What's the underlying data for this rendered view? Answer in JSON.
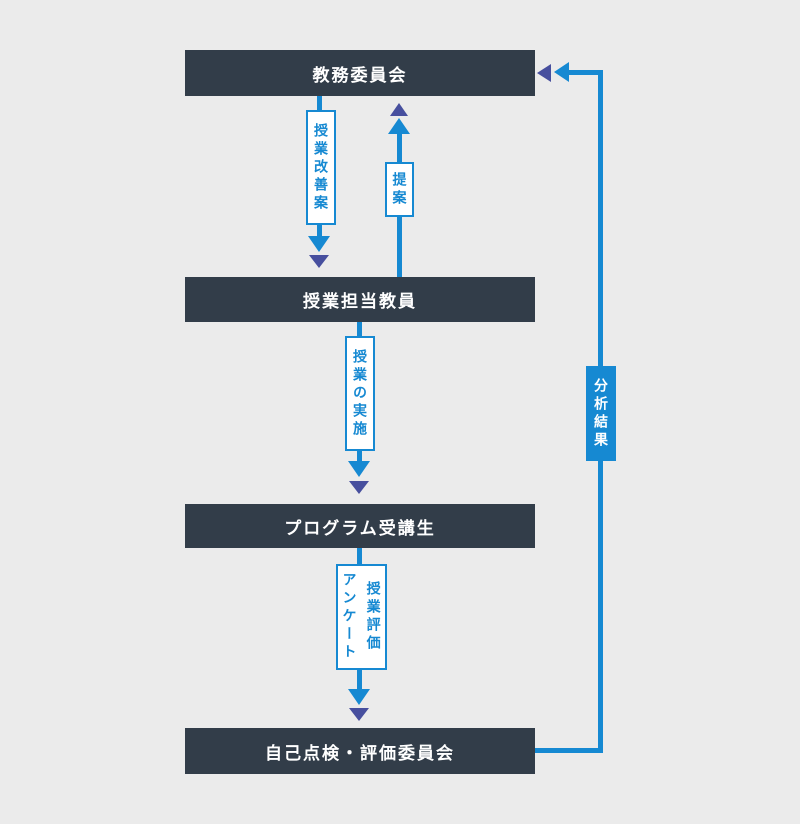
{
  "colors": {
    "page-bg": "#ebebeb",
    "node-bg": "#323d49",
    "node-text": "#ffffff",
    "arrow-blue": "#1689d2",
    "arrow-purple": "#474f9e",
    "label-bg": "#ffffff"
  },
  "nodes": [
    {
      "id": "kyomu-iinkai",
      "label": "教務委員会"
    },
    {
      "id": "jugyo-tanto-kyoin",
      "label": "授業担当教員"
    },
    {
      "id": "program-jukosei",
      "label": "プログラム受講生"
    },
    {
      "id": "jiko-tenken-hyoka-iinkai",
      "label": "自己点検・評価委員会"
    }
  ],
  "edges": [
    {
      "label": "授業改善案",
      "from": "教務委員会",
      "to": "授業担当教員",
      "direction": "down"
    },
    {
      "label": "提案",
      "from": "授業担当教員",
      "to": "教務委員会",
      "direction": "up"
    },
    {
      "label": "授業の実施",
      "from": "授業担当教員",
      "to": "プログラム受講生",
      "direction": "down"
    },
    {
      "label": "授業評価\nアンケート",
      "from": "プログラム受講生",
      "to": "自己点検・評価委員会",
      "direction": "down"
    },
    {
      "label": "分析結果",
      "from": "自己点検・評価委員会",
      "to": "教務委員会",
      "direction": "right-side-up"
    }
  ]
}
